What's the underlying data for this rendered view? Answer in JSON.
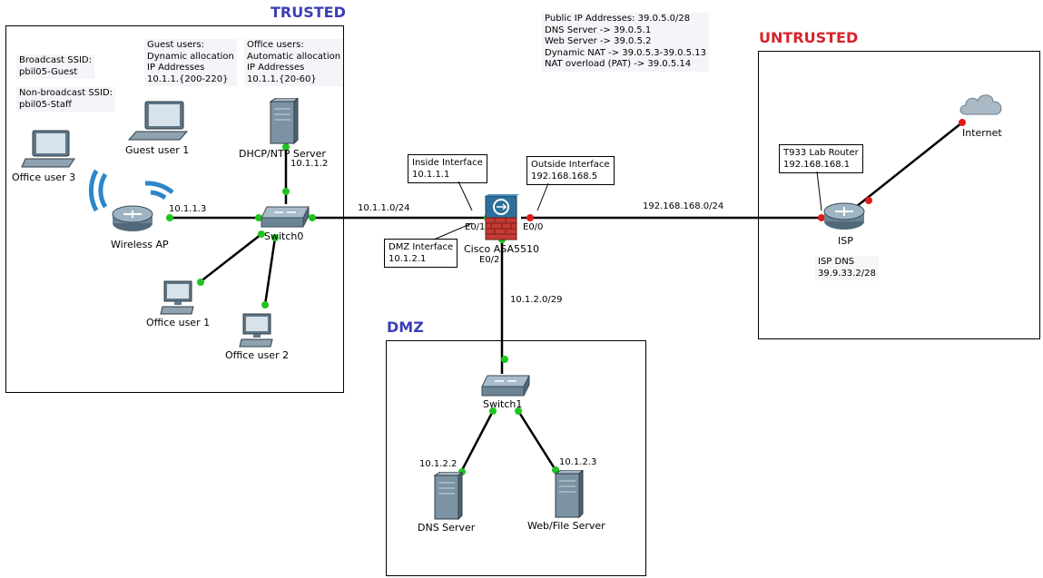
{
  "zones": {
    "trusted": "TRUSTED",
    "untrusted": "UNTRUSTED",
    "dmz": "DMZ"
  },
  "colors": {
    "trusted": "#3b3fb5",
    "dmz": "#3b3fb5",
    "untrusted": "#d8222a",
    "link_up": "#1ec51e",
    "link_down": "#e11b1b"
  },
  "notes": {
    "ssid_broadcast": "Broadcast SSID:\npbil05-Guest",
    "ssid_hidden": "Non-broadcast SSID:\npbil05-Staff",
    "guest_users": "Guest users:\nDynamic allocation\nIP Addresses\n10.1.1.{200-220}",
    "office_users": "Office users:\nAutomatic allocation\nIP Addresses\n10.1.1.{20-60}",
    "public_ip": "Public IP Addresses: 39.0.5.0/28\nDNS Server -> 39.0.5.1\nWeb Server -> 39.0.5.2\nDynamic NAT -> 39.0.5.3-39.0.5.13\nNAT overload (PAT) -> 39.0.5.14",
    "inside_if": "Inside Interface\n10.1.1.1",
    "outside_if": "Outside Interface\n192.168.168.5",
    "dmz_if": "DMZ Interface\n10.1.2.1",
    "lab_router": "T933 Lab Router\n192.168.168.1",
    "isp_dns": "ISP DNS\n39.9.33.2/28"
  },
  "devices": {
    "office_user_3": "Office user 3",
    "guest_user_1": "Guest user 1",
    "dhcp_server": "DHCP/NTP Server",
    "dhcp_ip": "10.1.1.2",
    "wireless_ap": "Wireless AP",
    "ap_ip": "10.1.1.3",
    "switch0": "Switch0",
    "office_user_1": "Office user 1",
    "office_user_2": "Office user 2",
    "asa": "Cisco ASA5510",
    "switch1": "Switch1",
    "dns_server": "DNS Server",
    "dns_ip": "10.1.2.2",
    "web_server": "Web/File Server",
    "web_ip": "10.1.2.3",
    "isp": "ISP",
    "internet": "Internet"
  },
  "links": {
    "inside_net": "10.1.1.0/24",
    "outside_net": "192.168.168.0/24",
    "dmz_net": "10.1.2.0/29",
    "e01": "E0/1",
    "e00": "E0/0",
    "e02": "E0/2"
  }
}
